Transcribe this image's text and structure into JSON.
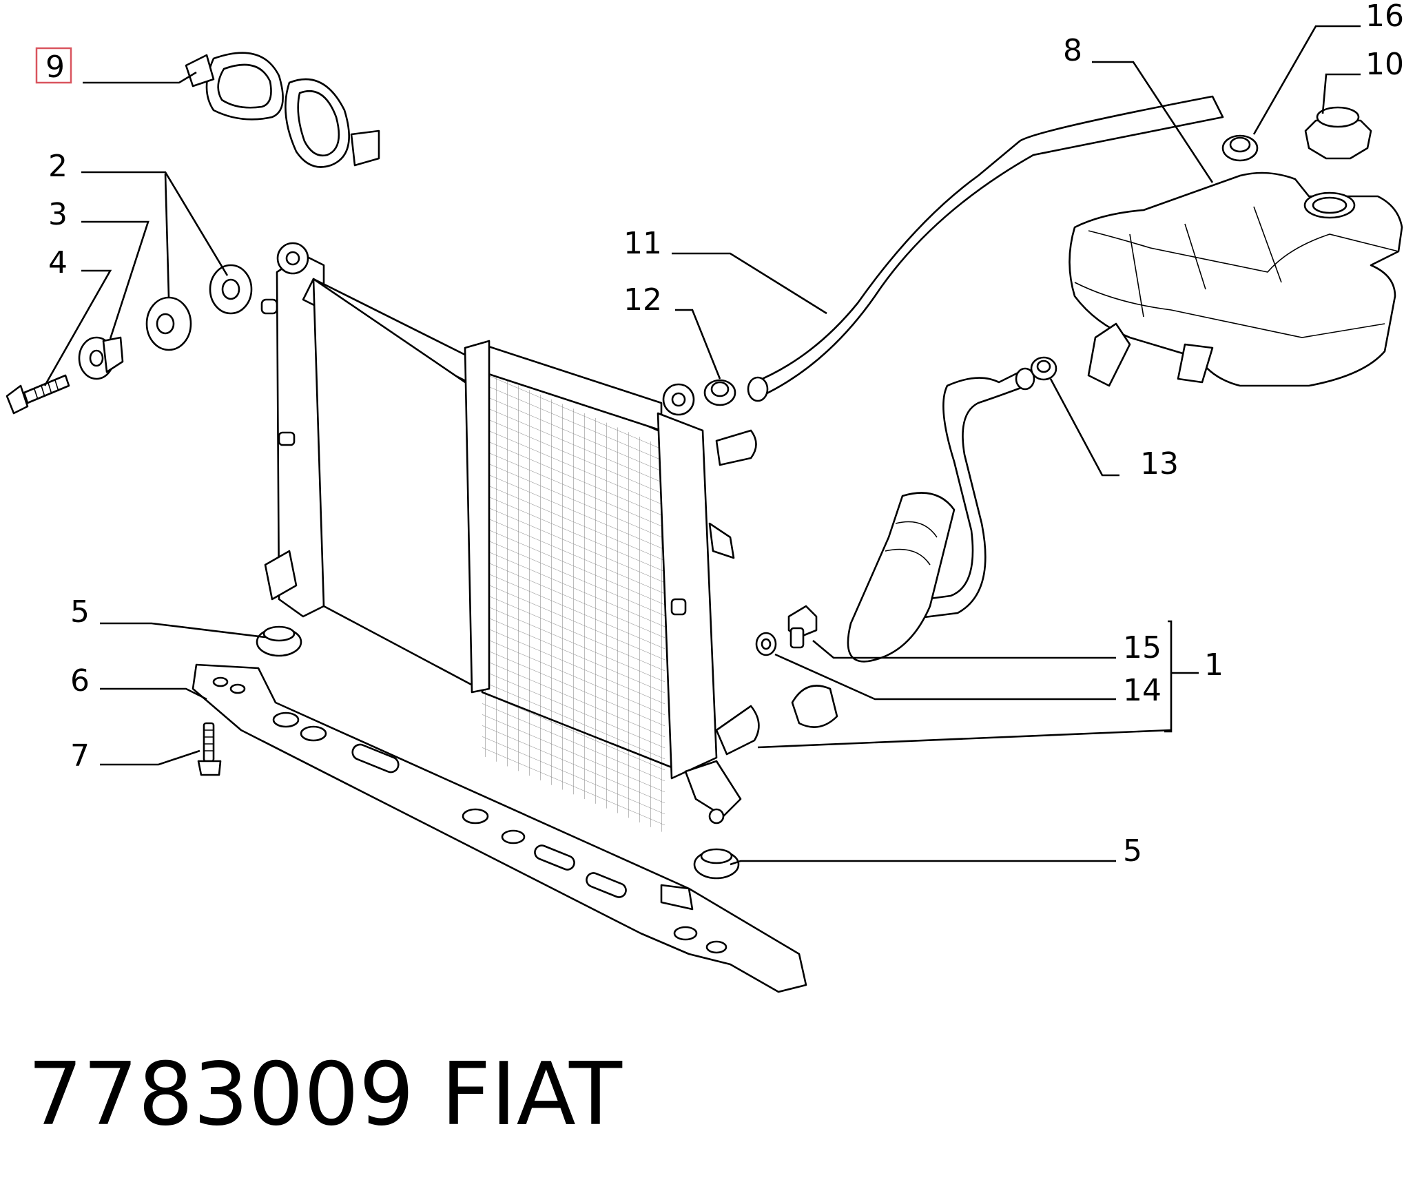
{
  "caption": {
    "part_number": "7783009",
    "brand": "FIAT"
  },
  "highlight_color": "#d9545e",
  "callouts": [
    {
      "id": "9",
      "text": "9",
      "highlighted": true
    },
    {
      "id": "2",
      "text": "2"
    },
    {
      "id": "3",
      "text": "3"
    },
    {
      "id": "4",
      "text": "4"
    },
    {
      "id": "5a",
      "text": "5"
    },
    {
      "id": "6",
      "text": "6"
    },
    {
      "id": "7",
      "text": "7"
    },
    {
      "id": "8",
      "text": "8"
    },
    {
      "id": "16",
      "text": "16"
    },
    {
      "id": "10",
      "text": "10"
    },
    {
      "id": "11",
      "text": "11"
    },
    {
      "id": "12",
      "text": "12"
    },
    {
      "id": "13",
      "text": "13"
    },
    {
      "id": "15",
      "text": "15"
    },
    {
      "id": "1",
      "text": "1"
    },
    {
      "id": "14",
      "text": "14"
    },
    {
      "id": "5b",
      "text": "5"
    }
  ]
}
